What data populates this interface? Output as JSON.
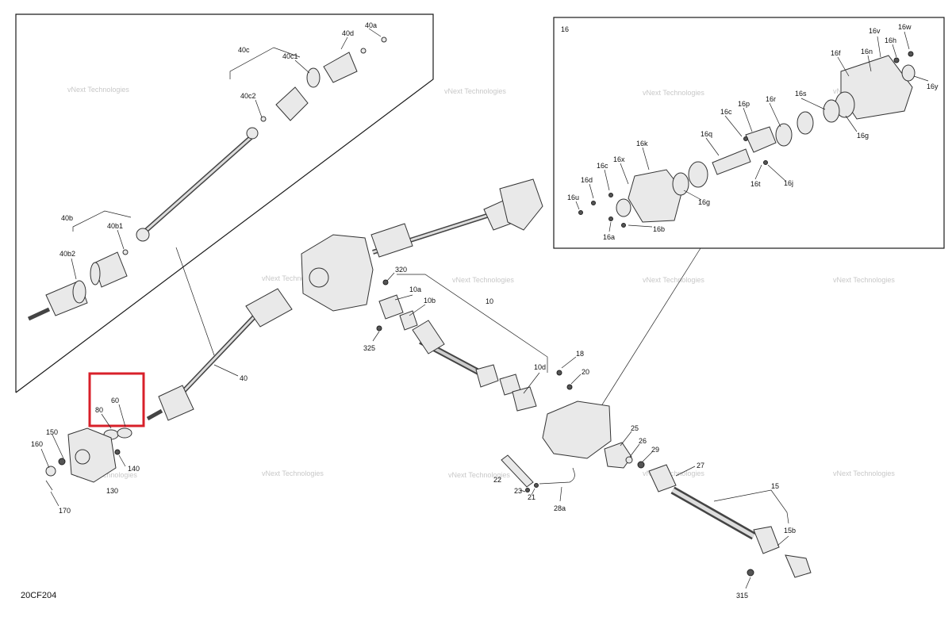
{
  "diagram": {
    "code": "20CF204",
    "watermark_text": "vNext Technologies",
    "highlight_color": "#d8202a",
    "inset_16_title": "16",
    "labels": {
      "l40a": "40a",
      "l40d": "40d",
      "l40c": "40c",
      "l40c1": "40c1",
      "l40c2": "40c2",
      "l40b": "40b",
      "l40b1": "40b1",
      "l40b2": "40b2",
      "l40": "40",
      "l60": "60",
      "l80": "80",
      "l150": "150",
      "l160": "160",
      "l140": "140",
      "l130": "130",
      "l170": "170",
      "l320": "320",
      "l325": "325",
      "l10": "10",
      "l10a": "10a",
      "l10b": "10b",
      "l10d": "10d",
      "l18": "18",
      "l20": "20",
      "l25": "25",
      "l26": "26",
      "l29": "29",
      "l27": "27",
      "l22": "22",
      "l23": "23",
      "l21": "21",
      "l28a": "28a",
      "l15": "15",
      "l15b": "15b",
      "l315": "315",
      "l16v": "16v",
      "l16w": "16w",
      "l16h": "16h",
      "l16f": "16f",
      "l16n": "16n",
      "l16y": "16y",
      "l16s": "16s",
      "l16r": "16r",
      "l16p": "16p",
      "l16c_top": "16c",
      "l16g_r": "16g",
      "l16q": "16q",
      "l16k": "16k",
      "l16x": "16x",
      "l16c": "16c",
      "l16d": "16d",
      "l16u": "16u",
      "l16a": "16a",
      "l16b": "16b",
      "l16g": "16g",
      "l16t": "16t",
      "l16j": "16j"
    }
  }
}
